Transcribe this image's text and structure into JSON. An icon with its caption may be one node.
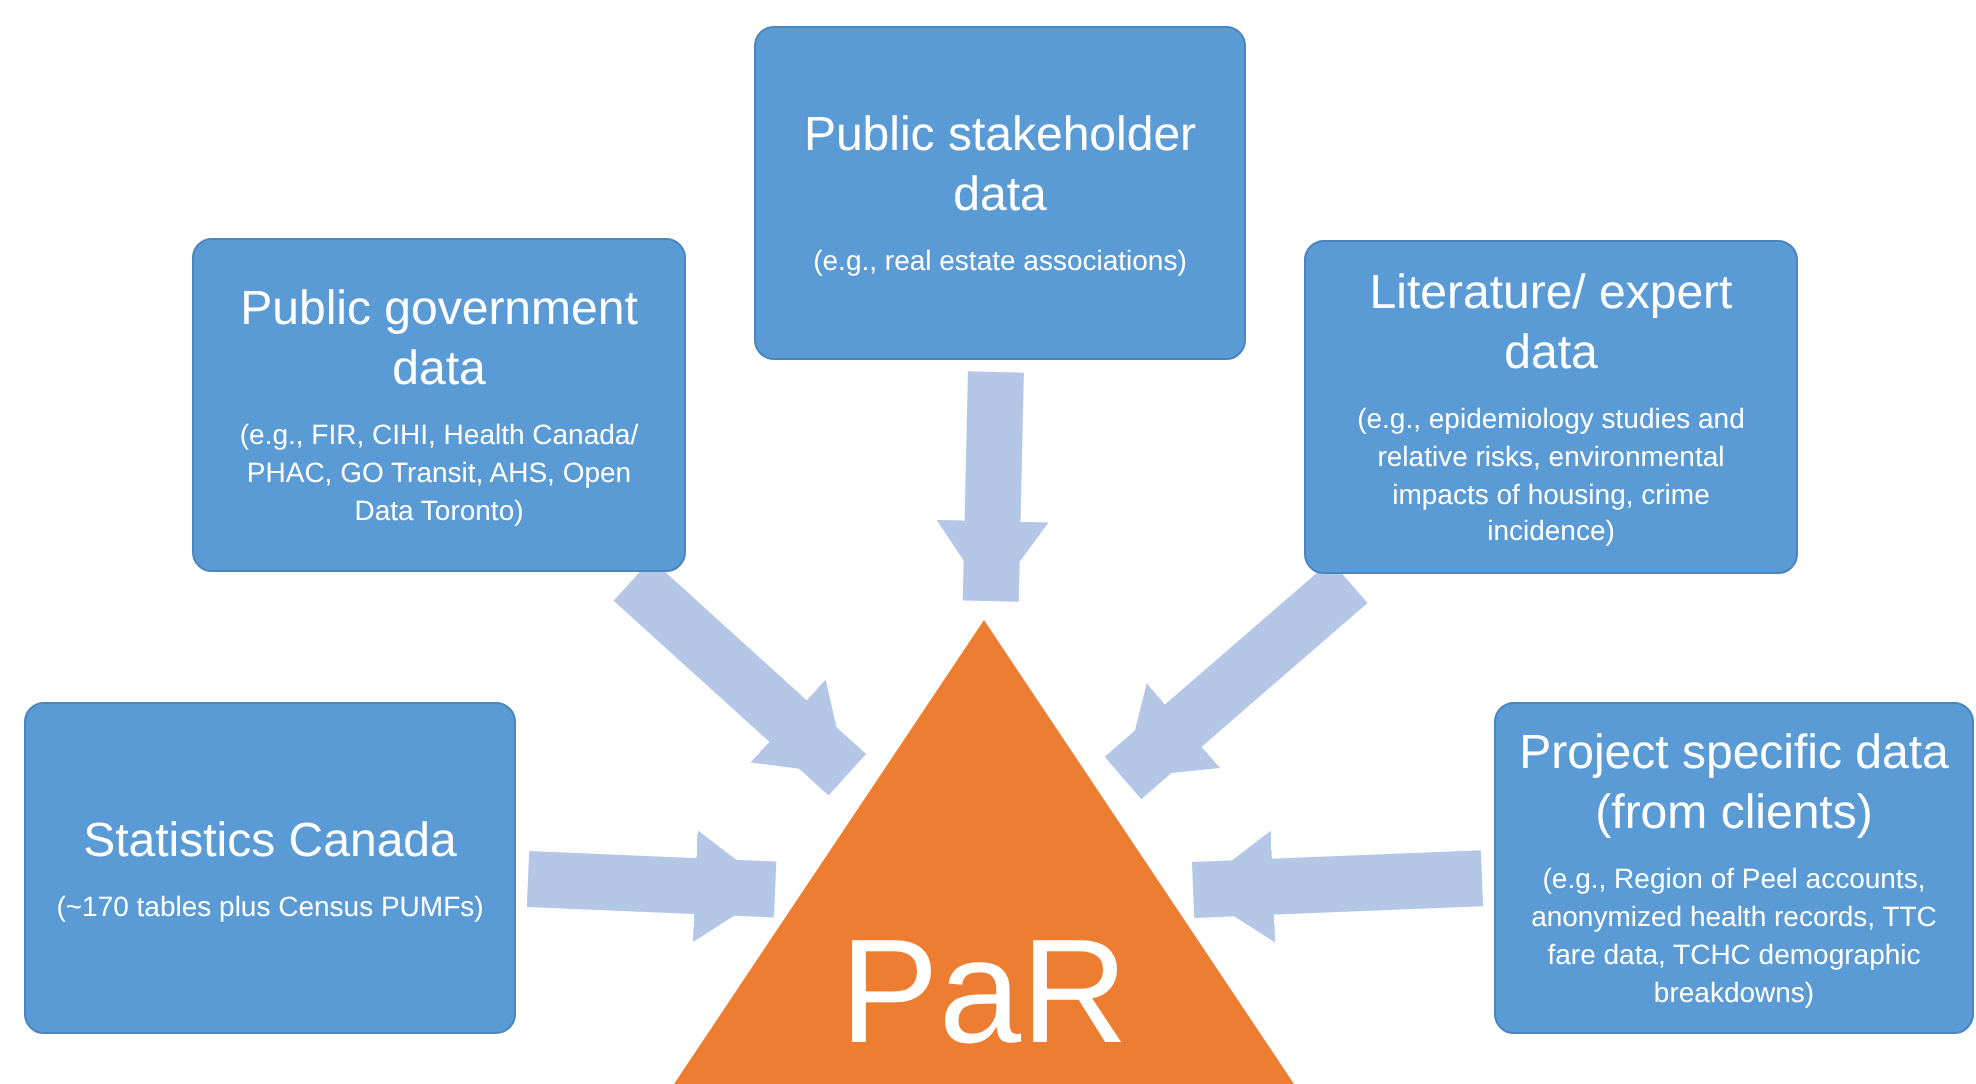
{
  "diagram": {
    "nodes": [
      {
        "text": [
          "Public stakeholder data",
          "(e.g., real estate associations)"
        ]
      },
      {
        "text": [
          "Public government data",
          "(e.g., FIR, CIHI, Health Canada/ PHAC, GO Transit, AHS, Open Data Toronto)"
        ]
      },
      {
        "text": [
          "Literature/ expert data",
          "(e.g., epidemiology studies and relative risks, environmental impacts of housing, crime incidence)"
        ]
      },
      {
        "text": [
          "Statistics Canada",
          "(~170 tables plus Census PUMFs)"
        ]
      },
      {
        "text": [
          "Project specific data (from clients)",
          "(e.g., Region of Peel accounts, anonymized health records, TTC fare data, TCHC demographic breakdowns)"
        ]
      },
      {
        "text": [
          "PaR"
        ]
      }
    ],
    "edges": [
      {
        "from": 0,
        "to": 5,
        "arrow": "to"
      },
      {
        "from": 1,
        "to": 5,
        "arrow": "to"
      },
      {
        "from": 2,
        "to": 5,
        "arrow": "to"
      },
      {
        "from": 3,
        "to": 5,
        "arrow": "to"
      },
      {
        "from": 4,
        "to": 5,
        "arrow": "to"
      }
    ]
  }
}
